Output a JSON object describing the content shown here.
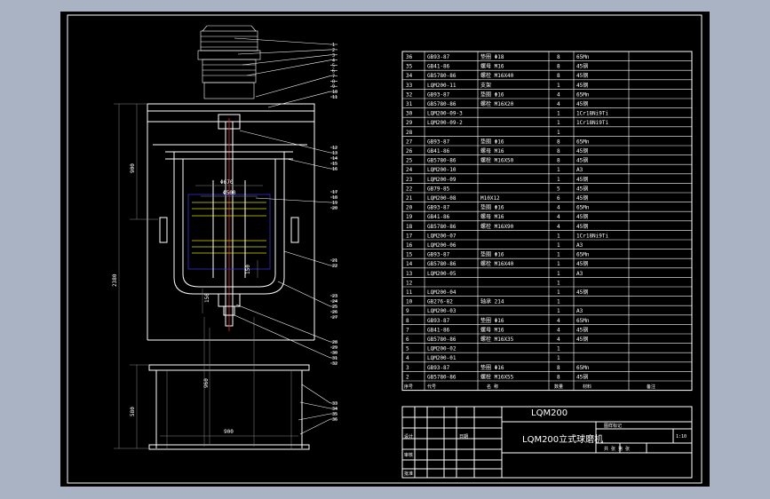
{
  "callouts": [
    "1",
    "2",
    "3",
    "4",
    "5",
    "6",
    "7",
    "8",
    "9",
    "10",
    "11",
    "12",
    "13",
    "14",
    "15",
    "16",
    "17",
    "18",
    "19",
    "20",
    "21",
    "22",
    "23",
    "24",
    "25",
    "26",
    "27",
    "28",
    "29",
    "30",
    "31",
    "32",
    "33",
    "34",
    "35",
    "36"
  ],
  "dimensions": {
    "overall_height": "2380",
    "upper_height": "900",
    "lower_height": "580",
    "leg_height": "960",
    "shaft_dia": "Φ670",
    "tank_dia": "Φ500",
    "small_150_a": "150",
    "small_150_b": "150",
    "base_width": "900"
  },
  "bom": [
    {
      "no": "36",
      "code": "GB93-87",
      "name": "垫圈 Φ18",
      "qty": "8",
      "material": "65Mn"
    },
    {
      "no": "35",
      "code": "GB41-86",
      "name": "螺母 M16",
      "qty": "8",
      "material": "45钢"
    },
    {
      "no": "34",
      "code": "GB5780-86",
      "name": "螺栓 M16X40",
      "qty": "8",
      "material": "45钢"
    },
    {
      "no": "33",
      "code": "LQM200-11",
      "name": "支架",
      "qty": "1",
      "material": "45钢"
    },
    {
      "no": "32",
      "code": "GB93-87",
      "name": "垫圈 Φ16",
      "qty": "4",
      "material": "65Mn"
    },
    {
      "no": "31",
      "code": "GB5780-86",
      "name": "螺栓 M16X20",
      "qty": "4",
      "material": "45钢"
    },
    {
      "no": "30",
      "code": "LQM200-09-3",
      "name": "",
      "qty": "1",
      "material": "1Cr18Ni9Ti"
    },
    {
      "no": "29",
      "code": "LQM200-09-2",
      "name": "",
      "qty": "1",
      "material": "1Cr18Ni9Ti"
    },
    {
      "no": "28",
      "code": "",
      "name": "",
      "qty": "1",
      "material": ""
    },
    {
      "no": "27",
      "code": "GB93-87",
      "name": "垫圈 Φ16",
      "qty": "8",
      "material": "65Mn"
    },
    {
      "no": "26",
      "code": "GB41-86",
      "name": "螺母 M16",
      "qty": "8",
      "material": "45钢"
    },
    {
      "no": "25",
      "code": "GB5780-86",
      "name": "螺栓 M16X50",
      "qty": "8",
      "material": "45钢"
    },
    {
      "no": "24",
      "code": "LQM200-10",
      "name": "",
      "qty": "1",
      "material": "A3"
    },
    {
      "no": "23",
      "code": "LQM200-09",
      "name": "",
      "qty": "1",
      "material": "45钢"
    },
    {
      "no": "22",
      "code": "GB79-85",
      "name": "",
      "qty": "5",
      "material": "45钢"
    },
    {
      "no": "21",
      "code": "LQM200-08",
      "name": "M10X12",
      "qty": "6",
      "material": "45钢"
    },
    {
      "no": "20",
      "code": "GB93-87",
      "name": "垫圈 Φ16",
      "qty": "4",
      "material": "65Mn"
    },
    {
      "no": "19",
      "code": "GB41-86",
      "name": "螺母 M16",
      "qty": "4",
      "material": "45钢"
    },
    {
      "no": "18",
      "code": "GB5780-86",
      "name": "螺栓 M16X90",
      "qty": "4",
      "material": "45钢"
    },
    {
      "no": "17",
      "code": "LQM200-07",
      "name": "",
      "qty": "1",
      "material": "1Cr18Ni9Ti"
    },
    {
      "no": "16",
      "code": "LQM200-06",
      "name": "",
      "qty": "1",
      "material": "A3"
    },
    {
      "no": "15",
      "code": "GB93-87",
      "name": "垫圈 Φ16",
      "qty": "1",
      "material": "65Mn"
    },
    {
      "no": "14",
      "code": "GB5780-86",
      "name": "螺栓 M16X40",
      "qty": "1",
      "material": "45钢"
    },
    {
      "no": "13",
      "code": "LQM200-05",
      "name": "",
      "qty": "1",
      "material": "A3"
    },
    {
      "no": "12",
      "code": "",
      "name": "",
      "qty": "1",
      "material": ""
    },
    {
      "no": "11",
      "code": "LQM200-04",
      "name": "",
      "qty": "1",
      "material": "45钢"
    },
    {
      "no": "10",
      "code": "GB276-82",
      "name": "轴承 214",
      "qty": "1",
      "material": ""
    },
    {
      "no": "9",
      "code": "LQM200-03",
      "name": "",
      "qty": "1",
      "material": "A3"
    },
    {
      "no": "8",
      "code": "GB93-87",
      "name": "垫圈 Φ16",
      "qty": "4",
      "material": "65Mn"
    },
    {
      "no": "7",
      "code": "GB41-86",
      "name": "螺母 M16",
      "qty": "4",
      "material": "45钢"
    },
    {
      "no": "6",
      "code": "GB5780-86",
      "name": "螺栓 M16X35",
      "qty": "4",
      "material": "45钢"
    },
    {
      "no": "5",
      "code": "LQM200-02",
      "name": "",
      "qty": "1",
      "material": ""
    },
    {
      "no": "4",
      "code": "LQM200-01",
      "name": "",
      "qty": "1",
      "material": ""
    },
    {
      "no": "3",
      "code": "GB93-87",
      "name": "垫圈 Φ16",
      "qty": "8",
      "material": "65Mn"
    },
    {
      "no": "2",
      "code": "GB5780-86",
      "name": "螺栓 M16X55",
      "qty": "8",
      "material": "45钢"
    }
  ],
  "bom_header": {
    "no": "序号",
    "code": "代号",
    "name": "名 称",
    "qty": "数量",
    "material": "材料",
    "remark": "备注"
  },
  "title_block": {
    "code": "LQM200",
    "name": "LQM200立式球磨机",
    "stage_label": "图样标记",
    "scale": "1:10",
    "design": "设计",
    "check": "审核",
    "approve": "批准",
    "date": "日期",
    "sheet": "共  张  第  张"
  }
}
